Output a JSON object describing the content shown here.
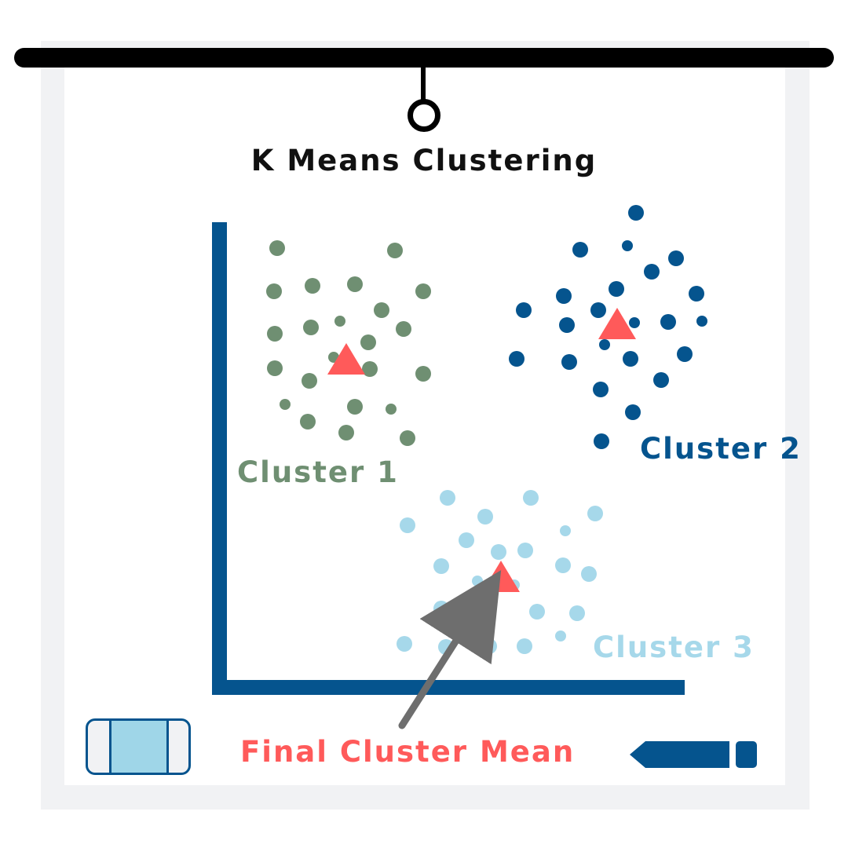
{
  "title": "K Means Clustering",
  "colors": {
    "cluster_1": "#6f8f72",
    "cluster_2": "#05548e",
    "cluster_3": "#a6d8ea",
    "mean_marker": "#ff5a5a",
    "arrow": "#6e6e6e"
  },
  "labels": {
    "cluster_1": "Cluster 1",
    "cluster_2": "Cluster 2",
    "cluster_3": "Cluster 3",
    "final_mean": "Final Cluster Mean"
  },
  "icons": {
    "eraser": "eraser-icon",
    "marker": "marker-icon",
    "mean": "triangle-icon"
  }
}
